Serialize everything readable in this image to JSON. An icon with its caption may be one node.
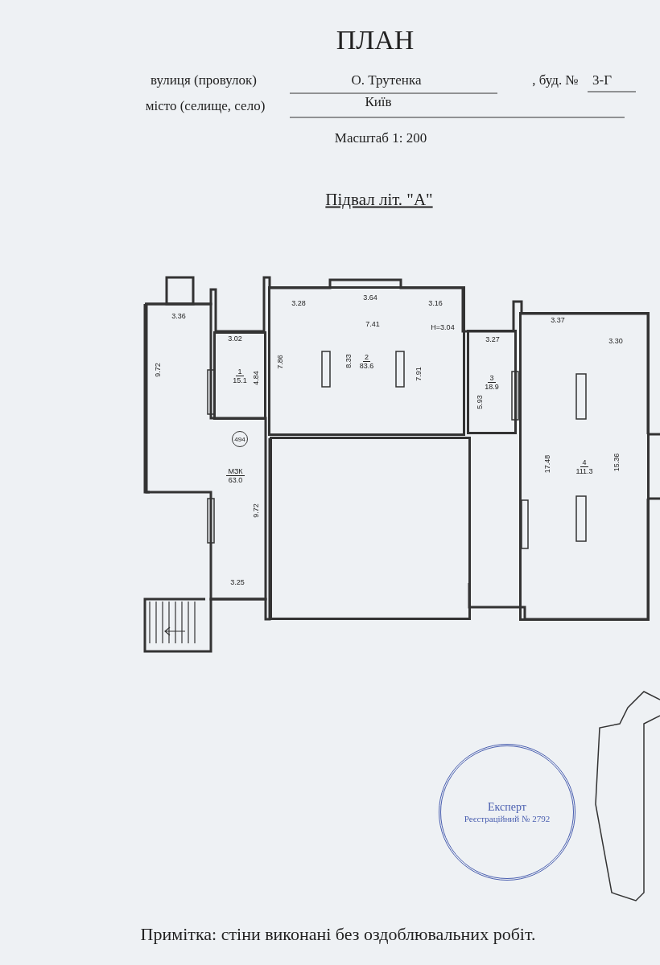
{
  "diagram": {
    "title": "ПЛАН",
    "caption": "Примітка: стіни виконані без оздоблювальних робіт.",
    "nodes": [
      {
        "text": [
          "2",
          "83.6"
        ]
      },
      {
        "text": [
          "1",
          "15.1"
        ]
      },
      {
        "text": [
          "3",
          "18.9"
        ]
      },
      {
        "text": [
          "4",
          "111.3"
        ]
      },
      {
        "text": [
          "МЗК",
          "63.0"
        ]
      },
      {
        "text": [
          "494"
        ],
        "in": 4
      },
      {
        "text": [],
        "shape": "box"
      },
      {
        "text": [
          "Експерт",
          "Реєстраційний № 2792"
        ]
      }
    ],
    "labels": [
      "вулиця (провулок)",
      "О. Трутенка",
      ", буд. №",
      "3-Г",
      "місто (селище, село)",
      "Київ",
      "Масштаб 1: 200",
      "Підвал літ. \"А\"",
      "3.28",
      "3.64",
      "3.16",
      "3.36",
      "7.41",
      "H=3.04",
      "3.37",
      "3.02",
      "3.27",
      "3.30",
      "9.72",
      "4.84",
      "7.86",
      "8.33",
      "7.91",
      "5.93",
      "17.48",
      "15.36",
      "9.72",
      "3.25"
    ]
  }
}
